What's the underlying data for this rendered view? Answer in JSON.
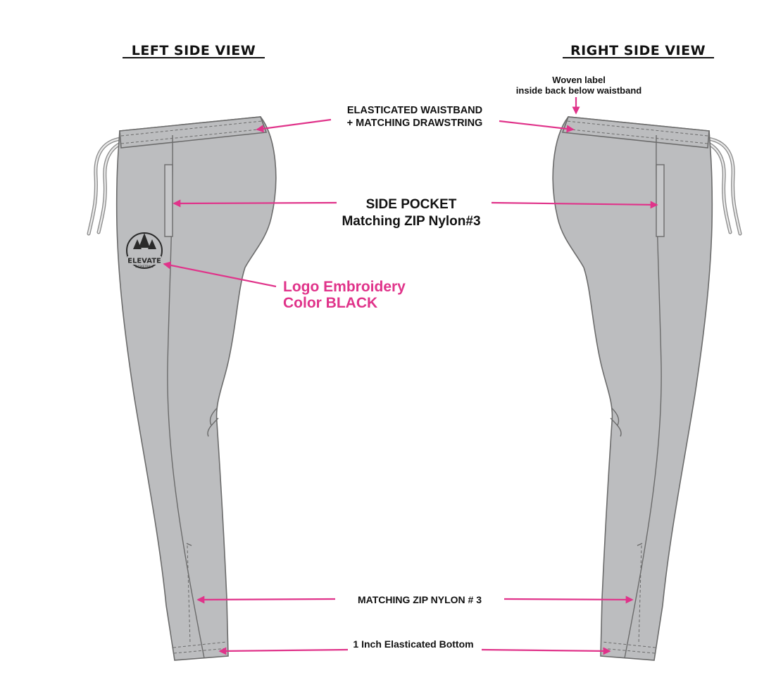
{
  "titles": {
    "left_view": "LEFT SIDE VIEW",
    "right_view": "RIGHT SIDE VIEW"
  },
  "callouts": {
    "woven_label_line1": "Woven label",
    "woven_label_line2": "inside back below waistband",
    "waistband_line1": "ELASTICATED WAISTBAND",
    "waistband_line2": "+ MATCHING DRAWSTRING",
    "side_pocket_line1": "SIDE POCKET",
    "side_pocket_line2": "Matching ZIP Nylon#3",
    "logo_line1": "Logo Embroidery",
    "logo_line2": "Color BLACK",
    "hem_zip": "MATCHING ZIP NYLON # 3",
    "bottom": "1 Inch Elasticated Bottom"
  },
  "logo": {
    "main_text": "ELEVATE",
    "sub_text": "BASKETBALL"
  },
  "colors": {
    "garment": "#bcbdbf",
    "outline": "#6b6b6b",
    "callout_accent": "#e0338a",
    "logo": "#2a2a2a"
  }
}
